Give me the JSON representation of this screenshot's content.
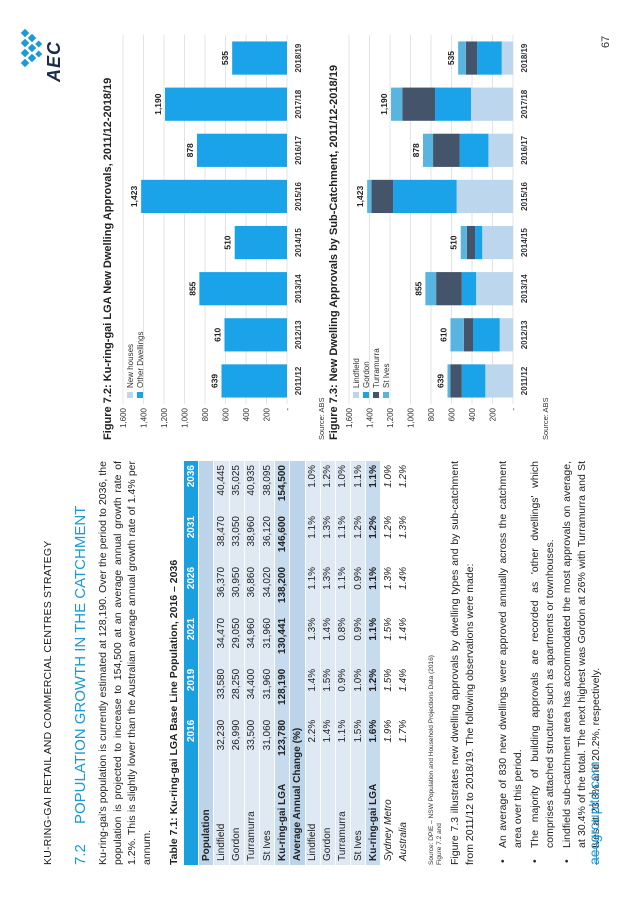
{
  "header": {
    "title": "KU-RING-GAI RETAIL AND COMMERCIAL CENTRES STRATEGY",
    "logo_text": "AEC"
  },
  "section": {
    "number": "7.2",
    "title": "POPULATION GROWTH IN THE CATCHMENT",
    "para1": "Ku-ring-gai's population is currently estimated at 128,190. Over the period to 2036, the population is projected to increase to 154,500 at an average annual growth rate of 1.2%. This is slightly lower than the Australian average annual growth rate of 1.4% per annum."
  },
  "table": {
    "caption": "Table 7.1: Ku-ring-gai LGA Base Line Population, 2016 – 2036",
    "headers": [
      "",
      "2016",
      "2019",
      "2021",
      "2026",
      "2031",
      "2036"
    ],
    "pop_label": "Population",
    "pop_rows": [
      [
        "Lindfield",
        "32,230",
        "33,580",
        "34,470",
        "36,370",
        "38,470",
        "40,445"
      ],
      [
        "Gordon",
        "26,990",
        "28,250",
        "29,050",
        "30,950",
        "33,050",
        "35,025"
      ],
      [
        "Turramurra",
        "33,500",
        "34,400",
        "34,960",
        "36,860",
        "38,960",
        "40,935"
      ],
      [
        "St Ives",
        "31,060",
        "31,960",
        "31,960",
        "34,020",
        "36,120",
        "38,095"
      ]
    ],
    "pop_total": [
      "Ku-ring-gai LGA",
      "123,780",
      "128,190",
      "130,441",
      "138,200",
      "146,600",
      "154,500"
    ],
    "chg_label": "Average Annual Change (%)",
    "chg_rows": [
      [
        "Lindfield",
        "2.2%",
        "1.4%",
        "1.3%",
        "1.1%",
        "1.1%",
        "1.0%"
      ],
      [
        "Gordon",
        "1.4%",
        "1.5%",
        "1.4%",
        "1.3%",
        "1.3%",
        "1.2%"
      ],
      [
        "Turramurra",
        "1.1%",
        "0.9%",
        "0.8%",
        "1.1%",
        "1.1%",
        "1.0%"
      ],
      [
        "St Ives",
        "1.5%",
        "1.0%",
        "0.9%",
        "0.9%",
        "1.2%",
        "1.1%"
      ]
    ],
    "chg_total": [
      "Ku-ring-gai LGA",
      "1.6%",
      "1.2%",
      "1.1%",
      "1.1%",
      "1.2%",
      "1.1%"
    ],
    "chg_extra": [
      [
        "Sydney Metro",
        "1.9%",
        "1.5%",
        "1.5%",
        "1.3%",
        "1.2%",
        "1.0%"
      ],
      [
        "Australia",
        "1.7%",
        "1.4%",
        "1.4%",
        "1.4%",
        "1.3%",
        "1.2%"
      ]
    ],
    "source": "Source: DPIE – NSW Population and Household Projections Data (2016)"
  },
  "para2": "Figure 7.3 illustrates new dwelling approvals by dwelling types and by sub-catchment from 2011/12 to 2018/19. The following observations were made:",
  "fig_ref": "Figure 7.2 and",
  "bullets": [
    "An average of 830 new dwellings were approved annually across the catchment area over this period.",
    "The majority of building approvals are recorded as 'other dwellings' which comprises attached structures such as apartments or townhouses.",
    "Lindfield sub-catchment area has accommodated the most approvals on average, at 30.4% of the total. The next highest was Gordon at 26% with Turramurra and St Ives at 23.3% and 20.2%, respectively."
  ],
  "footer": {
    "site": "aecgroupltd.com",
    "page": "67"
  },
  "chart_data": [
    {
      "type": "bar",
      "title": "Figure 7.2: Ku-ring-gai LGA New Dwelling Approvals, 2011/12-2018/19",
      "categories": [
        "2011/12",
        "2012/13",
        "2013/14",
        "2014/15",
        "2015/16",
        "2016/17",
        "2017/18",
        "2018/19"
      ],
      "series": [
        {
          "name": "New houses",
          "values": [
            0,
            0,
            0,
            0,
            0,
            0,
            0,
            0
          ],
          "color": "#bcd6ee"
        },
        {
          "name": "Other Dwellings",
          "values": [
            639,
            610,
            855,
            510,
            1423,
            878,
            1190,
            535
          ],
          "color": "#1aa3e8"
        }
      ],
      "data_labels": [
        "639",
        "610",
        "855",
        "510",
        "1,423",
        "878",
        "1,190",
        "535"
      ],
      "yticks": [
        "-",
        "200",
        "400",
        "600",
        "800",
        "1,000",
        "1,200",
        "1,400",
        "1,600"
      ],
      "ylim": [
        0,
        1600
      ],
      "legend": "top-left",
      "source": "Source: ABS"
    },
    {
      "type": "bar",
      "title": "Figure 7.3: New Dwelling Approvals by Sub-Catchment, 2011/12-2018/19",
      "categories": [
        "2011/12",
        "2012/13",
        "2013/14",
        "2014/15",
        "2015/16",
        "2016/17",
        "2017/18",
        "2018/19"
      ],
      "series": [
        {
          "name": "Lindfield",
          "values": [
            270,
            130,
            360,
            300,
            550,
            240,
            410,
            110
          ],
          "color": "#bcd6ee"
        },
        {
          "name": "Gordon",
          "values": [
            230,
            260,
            140,
            70,
            620,
            280,
            350,
            240
          ],
          "color": "#1aa3e8"
        },
        {
          "name": "Turramurra",
          "values": [
            110,
            90,
            250,
            80,
            210,
            260,
            320,
            110
          ],
          "color": "#44546a"
        },
        {
          "name": "St Ives",
          "values": [
            29,
            130,
            105,
            60,
            43,
            98,
            110,
            75
          ],
          "color": "#5ab4e0"
        }
      ],
      "data_labels": [
        "639",
        "610",
        "855",
        "510",
        "1,423",
        "878",
        "1,190",
        "535"
      ],
      "yticks": [
        "-",
        "200",
        "400",
        "600",
        "800",
        "1,000",
        "1,200",
        "1,400",
        "1,600"
      ],
      "ylim": [
        0,
        1600
      ],
      "legend": "top-left",
      "source": "Source: ABS"
    }
  ]
}
